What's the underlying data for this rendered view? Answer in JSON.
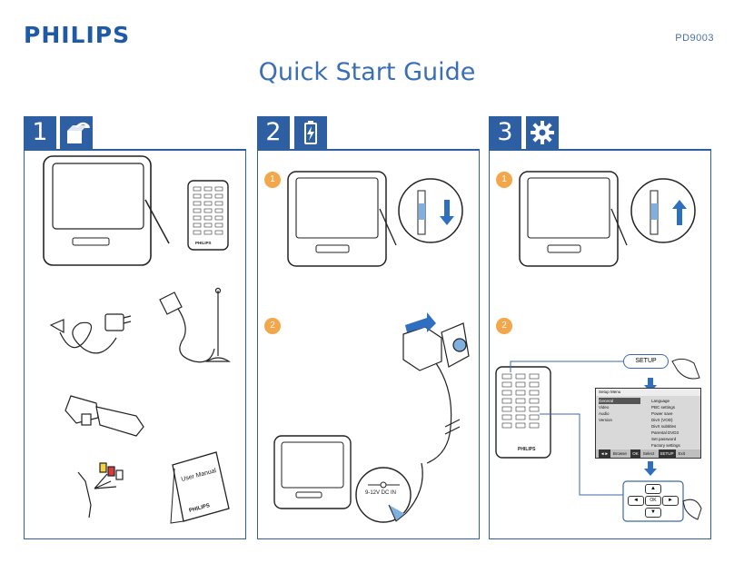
{
  "header": {
    "brand": "PHILIPS",
    "model": "PD9003",
    "title": "Quick Start Guide"
  },
  "steps": [
    {
      "number": "1",
      "icon": "box-unpack-icon"
    },
    {
      "number": "2",
      "icon": "battery-charge-icon"
    },
    {
      "number": "3",
      "icon": "gear-icon"
    }
  ],
  "substeps": {
    "a": "1",
    "b": "2"
  },
  "labels": {
    "manual_title": "User Manual",
    "manual_brand": "PHILIPS",
    "remote_brand": "PHILIPS",
    "dc_in": "9-12V DC IN",
    "setup_key": "SETUP",
    "ok_key": "OK"
  },
  "setup_menu": {
    "title": "Setup Menu",
    "left": [
      "General",
      "Video",
      "Audio",
      "Version"
    ],
    "right": [
      "Language",
      "PBC settings",
      "Power save",
      "DivX (VOD)",
      "DivX subtitles",
      "Parental DVD3",
      "Set password",
      "Factory settings"
    ],
    "footer": {
      "nav_key": "◄►",
      "nav_label": "Browse",
      "ok_key": "OK",
      "ok_label": "Select",
      "setup_key": "SETUP",
      "setup_label": "Exit"
    }
  },
  "colors": {
    "brand": "#1f5aa6",
    "panel": "#2e5fa3",
    "accent": "#f4a64a",
    "arrow": "#2f6fc0"
  }
}
